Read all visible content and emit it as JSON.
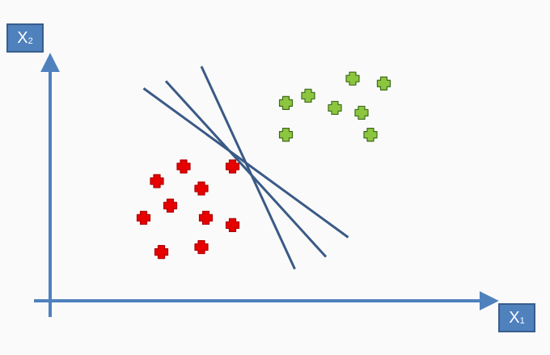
{
  "axes": {
    "x_label": {
      "main": "X",
      "sub": "1"
    },
    "y_label": {
      "main": "X",
      "sub": "2"
    }
  },
  "colors": {
    "axis": "#4f81bd",
    "separator": "#3a5a86",
    "class_a_fill": "#e60000",
    "class_a_stroke": "#b00000",
    "class_b_fill": "#8cc63f",
    "class_b_stroke": "#3f6b1a"
  },
  "classes": [
    {
      "id": "class-a",
      "color": "red",
      "points": [
        {
          "x1": 0.3,
          "x2": 0.55
        },
        {
          "x1": 0.41,
          "x2": 0.55
        },
        {
          "x1": 0.24,
          "x2": 0.49
        },
        {
          "x1": 0.34,
          "x2": 0.46
        },
        {
          "x1": 0.27,
          "x2": 0.39
        },
        {
          "x1": 0.21,
          "x2": 0.34
        },
        {
          "x1": 0.35,
          "x2": 0.34
        },
        {
          "x1": 0.41,
          "x2": 0.31
        },
        {
          "x1": 0.34,
          "x2": 0.22
        },
        {
          "x1": 0.25,
          "x2": 0.2
        }
      ]
    },
    {
      "id": "class-b",
      "color": "green",
      "points": [
        {
          "x1": 0.68,
          "x2": 0.91
        },
        {
          "x1": 0.75,
          "x2": 0.89
        },
        {
          "x1": 0.58,
          "x2": 0.84
        },
        {
          "x1": 0.53,
          "x2": 0.81
        },
        {
          "x1": 0.64,
          "x2": 0.79
        },
        {
          "x1": 0.7,
          "x2": 0.77
        },
        {
          "x1": 0.53,
          "x2": 0.68
        },
        {
          "x1": 0.72,
          "x2": 0.68
        }
      ]
    }
  ],
  "separators": [
    {
      "from": {
        "x1": 0.34,
        "x2": 0.96
      },
      "to": {
        "x1": 0.55,
        "x2": 0.13
      }
    },
    {
      "from": {
        "x1": 0.26,
        "x2": 0.9
      },
      "to": {
        "x1": 0.62,
        "x2": 0.18
      }
    },
    {
      "from": {
        "x1": 0.21,
        "x2": 0.87
      },
      "to": {
        "x1": 0.67,
        "x2": 0.26
      }
    }
  ]
}
